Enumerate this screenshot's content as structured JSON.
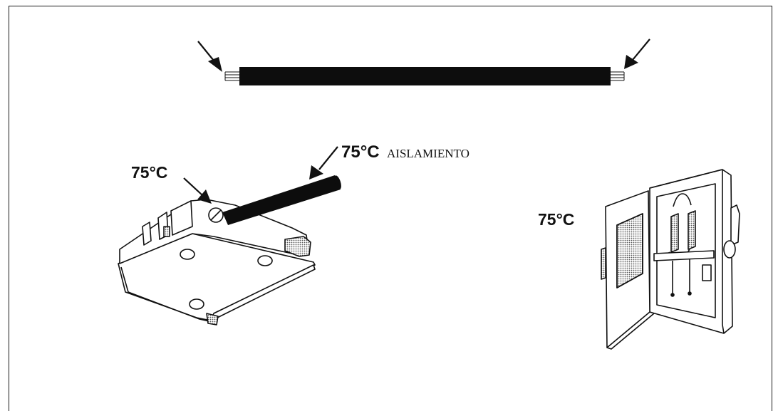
{
  "labels": {
    "insulation_temp": "75°C",
    "insulation_word": "AISLAMIENTO",
    "breaker_terminal_temp": "75°C",
    "disconnect_switch_temp": "75°C"
  },
  "colors": {
    "line": "#111111",
    "cable": "#0d0d0d",
    "shade": "#9a9a9a",
    "paper": "#ffffff"
  },
  "icons": {
    "cable": "insulated-cable-icon",
    "breaker": "circuit-breaker-icon",
    "switch": "disconnect-switch-icon"
  }
}
